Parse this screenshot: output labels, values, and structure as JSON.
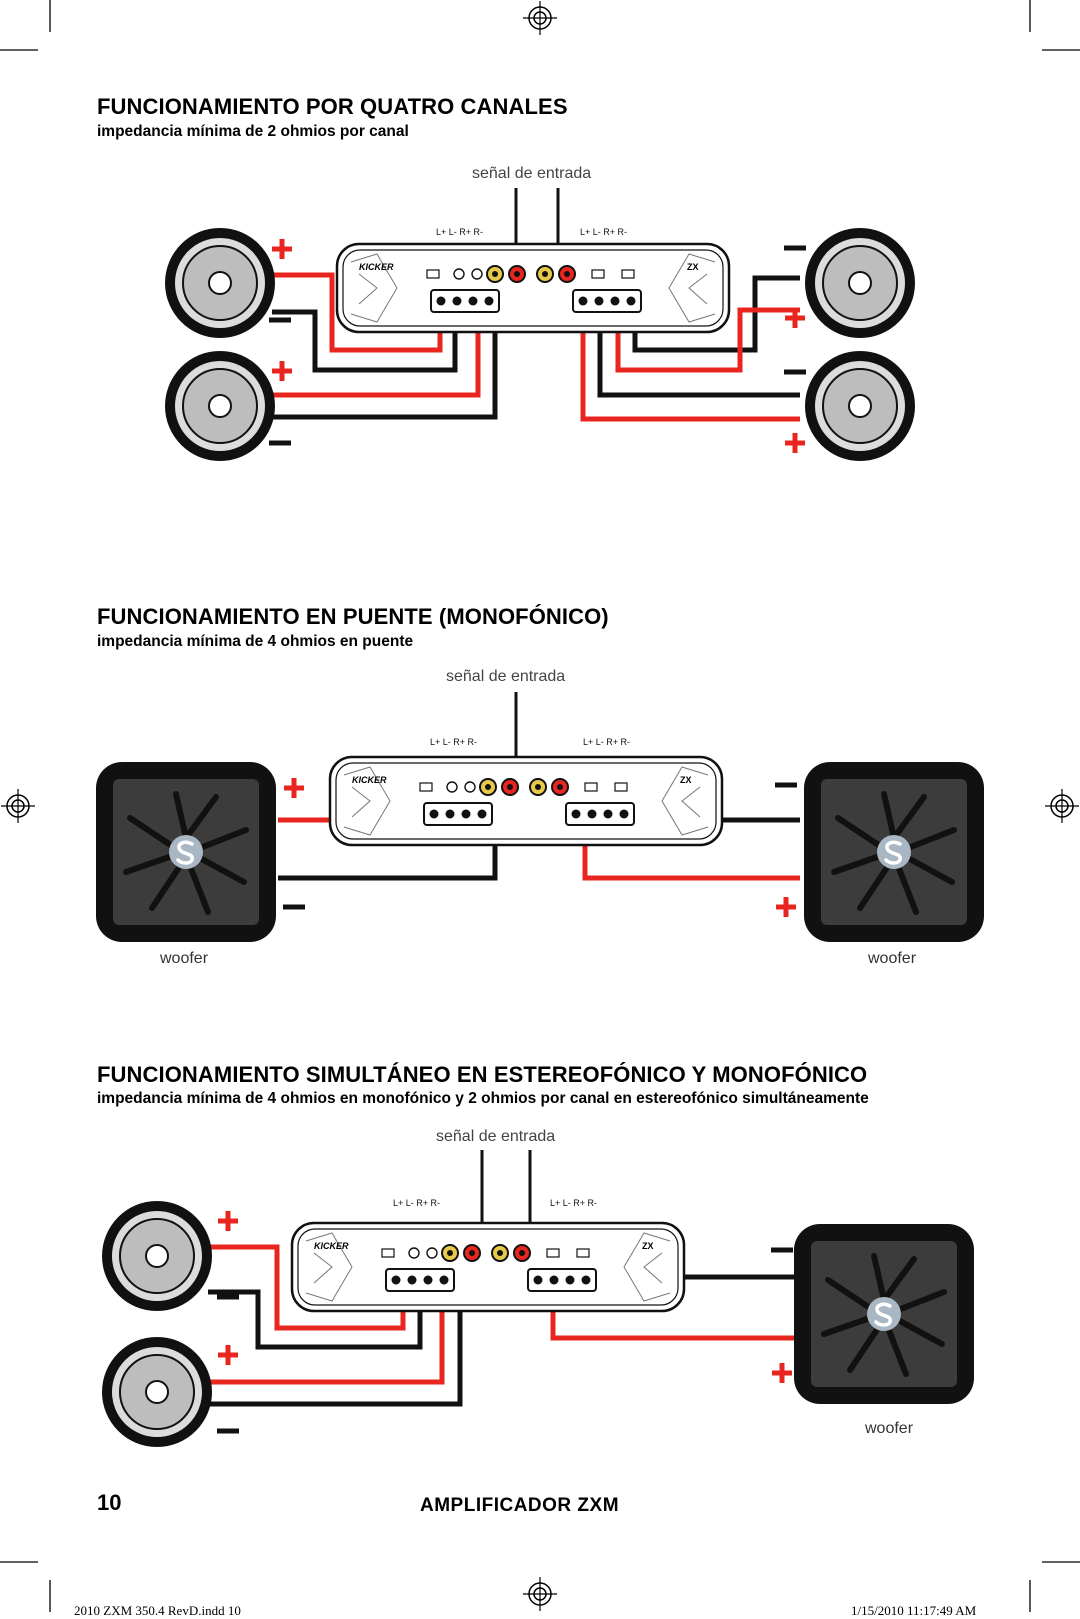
{
  "sections": [
    {
      "title": "FUNCIONAMIENTO POR QUATRO CANALES",
      "subtitle": "impedancia mínima de 2 ohmios por canal",
      "signal_label": "señal de entrada",
      "terminal_left": "L+ L- R+ R-",
      "terminal_right": "L+ L- R+ R-"
    },
    {
      "title": "FUNCIONAMIENTO EN PUENTE (MONOFÓNICO)",
      "subtitle": "impedancia mínima de 4 ohmios en puente",
      "signal_label": "señal de entrada",
      "terminal_left": "L+ L- R+ R-",
      "terminal_right": "L+ L- R+ R-",
      "woofer_left": "woofer",
      "woofer_right": "woofer"
    },
    {
      "title": "FUNCIONAMIENTO SIMULTÁNEO EN ESTEREOFÓNICO Y MONOFÓNICO",
      "subtitle": "impedancia mínima de 4 ohmios en monofónico y 2 ohmios por canal en estereofónico simultáneamente",
      "signal_label": "señal de entrada",
      "terminal_left": "L+ L- R+ R-",
      "terminal_right": "L+ L- R+ R-",
      "woofer_right": "woofer"
    }
  ],
  "amp": {
    "brand": "KICKER",
    "model_badge": "ZX"
  },
  "footer": {
    "page_number": "10",
    "title": "AMPLIFICADOR ZXM",
    "file_slug": "2010 ZXM 350.4 RevD.indd   10",
    "date_slug": "1/15/2010   11:17:49 AM"
  },
  "colors": {
    "wire_positive": "#e8251f",
    "wire_negative": "#111111"
  },
  "icons": [
    "registration-mark-icon",
    "plus-sign-icon",
    "minus-sign-icon",
    "speaker-icon",
    "subwoofer-icon",
    "amplifier-icon"
  ]
}
